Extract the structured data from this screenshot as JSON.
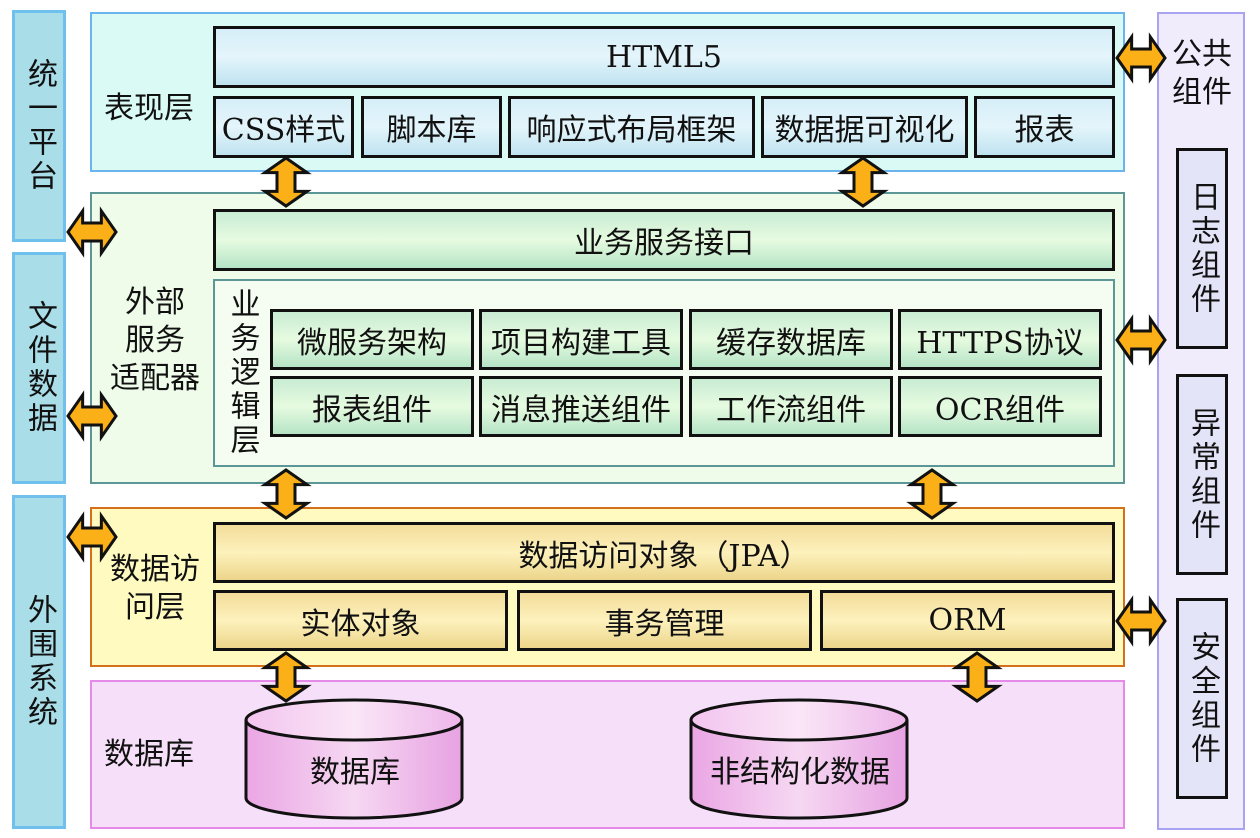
{
  "left_side": {
    "unified_platform": "统一平台",
    "file_data": "文件数据",
    "external_systems": "外围系统"
  },
  "presentation_layer": {
    "label": "表现层",
    "html5": "HTML5",
    "items": [
      "CSS样式",
      "脚本库",
      "响应式布局框架",
      "数据据可视化",
      "报表"
    ]
  },
  "external_service_adapter": {
    "label_lines": [
      "外部",
      "服务",
      "适配器"
    ],
    "business_service_interface": "业务服务接口",
    "business_logic_layer": {
      "label": "业务逻辑层",
      "row1": [
        "微服务架构",
        "项目构建工具",
        "缓存数据库",
        "HTTPS协议"
      ],
      "row2": [
        "报表组件",
        "消息推送组件",
        "工作流组件",
        "OCR组件"
      ]
    }
  },
  "data_access_layer": {
    "label_lines": [
      "数据访",
      "问层"
    ],
    "dao": "数据访问对象（JPA）",
    "items": [
      "实体对象",
      "事务管理",
      "ORM"
    ]
  },
  "database_layer": {
    "label": "数据库",
    "cylinders": [
      "数据库",
      "非结构化数据"
    ]
  },
  "common_components": {
    "title_lines": [
      "公共",
      "组件"
    ],
    "items": [
      "日志组件",
      "异常组件",
      "安全组件"
    ]
  },
  "colors": {
    "arrow_fill": "#fbb018",
    "arrow_stroke": "#111111"
  }
}
